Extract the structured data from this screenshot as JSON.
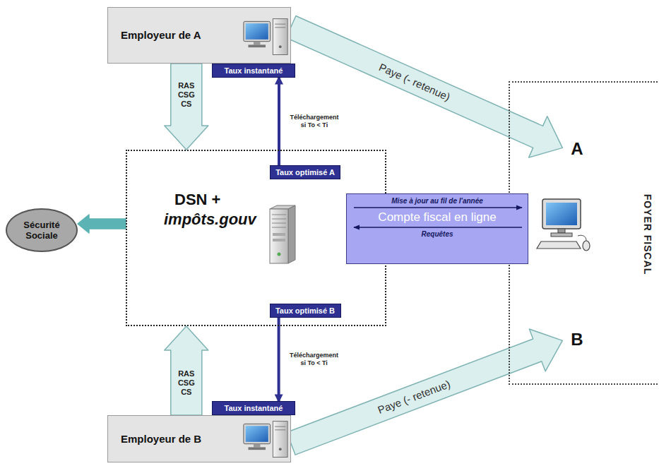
{
  "diagram": {
    "nodes": [
      {
        "text": [
          "Employeur de A"
        ]
      },
      {
        "text": [
          "Taux instantané"
        ]
      },
      {
        "text": [
          "DSN +",
          "impôts.gouv"
        ]
      },
      {
        "text": [
          "Taux optimisé A"
        ],
        "in": 2
      },
      {
        "text": [
          "Mise à jour au fil de l'année",
          "Compte fiscal en ligne",
          "Requêtes"
        ]
      },
      {
        "text": [
          "Taux optimisé B"
        ],
        "in": 2
      },
      {
        "text": [
          "Sécurité Sociale"
        ]
      },
      {
        "text": [
          "FOYER FISCAL"
        ]
      },
      {
        "text": [
          "A"
        ],
        "in": 7
      },
      {
        "text": [
          "B"
        ],
        "in": 7
      },
      {
        "text": [
          "Taux instantané"
        ]
      },
      {
        "text": [
          "Employeur de B"
        ]
      }
    ],
    "edges": [
      {
        "from": 0,
        "to": 2,
        "label": "RAS CSG CS",
        "arrow": "to"
      },
      {
        "from": 3,
        "to": 1,
        "label": "Téléchargement si To < Ti",
        "arrow": "to"
      },
      {
        "from": 2,
        "to": 6,
        "arrow": "to"
      },
      {
        "from": 0,
        "to": 8,
        "label": "Paye (- retenue)",
        "arrow": "to"
      },
      {
        "from": 5,
        "to": 10,
        "label": "Téléchargement si To < Ti",
        "arrow": "to"
      },
      {
        "from": 11,
        "to": 2,
        "label": "RAS CSG CS",
        "arrow": "to"
      },
      {
        "from": 11,
        "to": 9,
        "label": "Paye (- retenue)",
        "arrow": "to"
      }
    ]
  }
}
